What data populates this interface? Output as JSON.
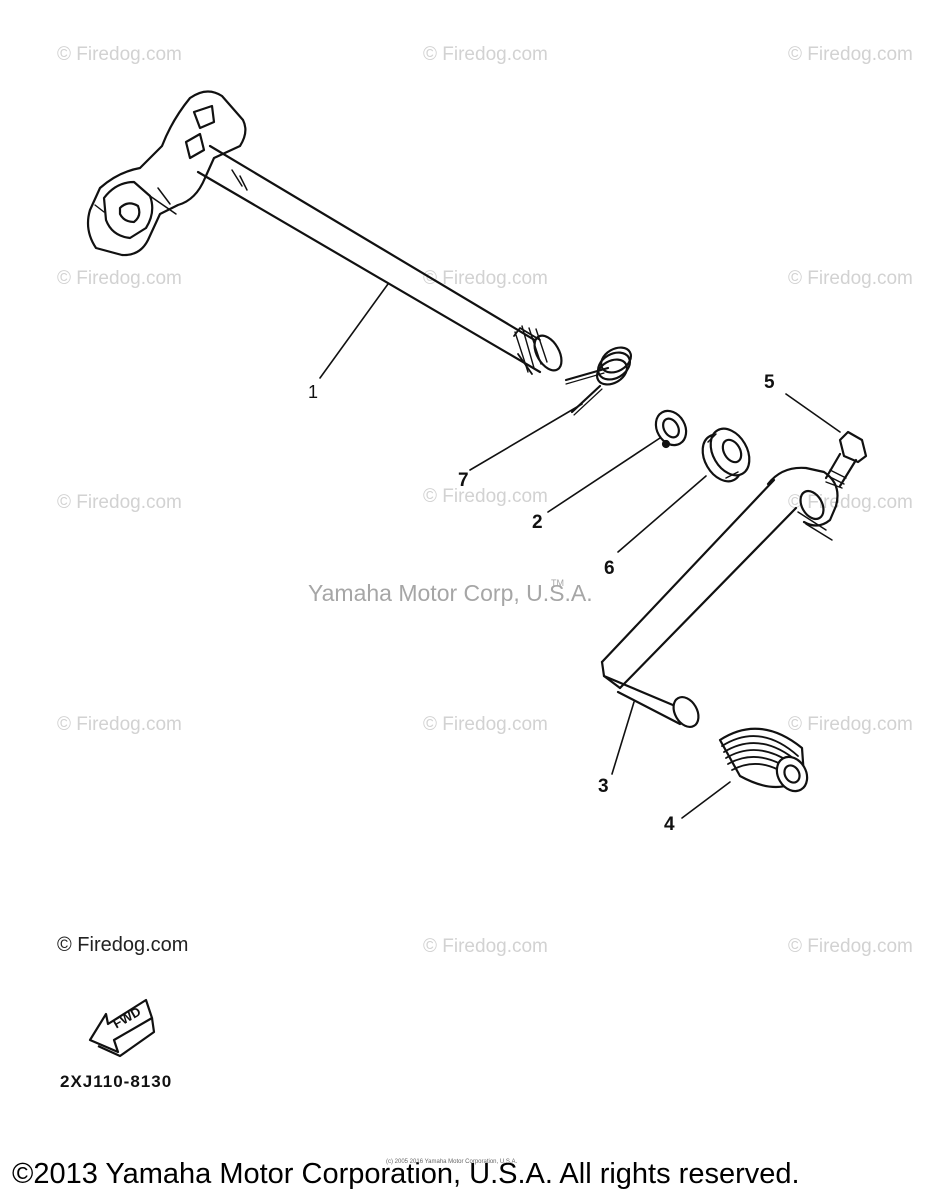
{
  "watermarks": [
    "© Firedog.com",
    "© Firedog.com",
    "© Firedog.com",
    "© Firedog.com",
    "© Firedog.com",
    "© Firedog.com",
    "© Firedog.com",
    "© Firedog.com",
    "© Firedog.com",
    "© Firedog.com",
    "© Firedog.com",
    "© Firedog.com",
    "© Firedog.com",
    "© Firedog.com",
    "© Firedog.com"
  ],
  "callouts": {
    "shift_shaft": "1",
    "circlip": "2",
    "shift_pedal": "3",
    "pedal_rubber": "4",
    "bolt": "5",
    "oil_seal": "6",
    "spring": "7"
  },
  "center_text": "Yamaha Motor Corp, U.S.A.",
  "trademark": "TM",
  "fwd_label": "FWD",
  "part_code": "2XJ110-8130",
  "tiny_credit": "(c) 2005 2016 Yamaha Motor Corporation, U.S.A.",
  "copyright": "©2013 Yamaha Motor Corporation, U.S.A. All rights reserved.",
  "colors": {
    "ink": "#111111",
    "watermark": "#d2d2d2",
    "center_text": "#a6a6a6"
  }
}
